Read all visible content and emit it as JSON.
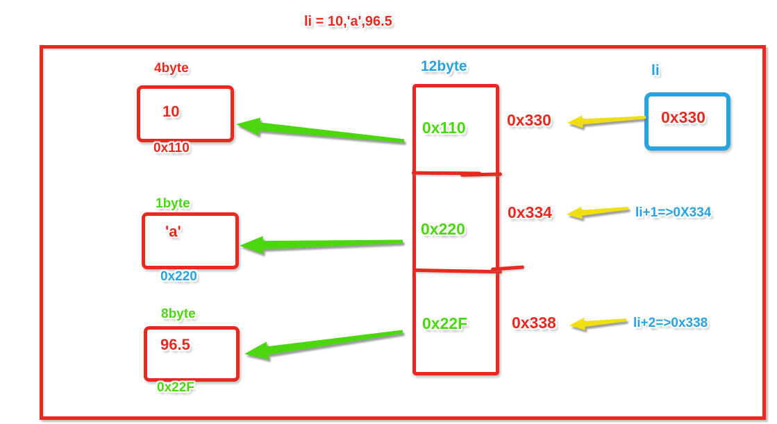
{
  "title": "li = 10,'a',96.5",
  "items": [
    {
      "size": "4byte",
      "value": "10",
      "address": "0x110"
    },
    {
      "size": "1byte",
      "value": "'a'",
      "address": "0x220"
    },
    {
      "size": "8byte",
      "value": "96.5",
      "address": "0x22F"
    }
  ],
  "block": {
    "label": "12byte",
    "cells": [
      "0x110",
      "0x220",
      "0x22F"
    ]
  },
  "pointers": [
    {
      "address": "0x330",
      "note": ""
    },
    {
      "address": "0x334",
      "note": "li+1=>0X334"
    },
    {
      "address": "0x338",
      "note": "li+2=>0x338"
    }
  ],
  "li_var": {
    "label": "li",
    "value": "0x330"
  },
  "colors": {
    "red": "#e8291f",
    "green": "#4cd611",
    "blue": "#28a3e2",
    "yellow": "#f0df10"
  }
}
